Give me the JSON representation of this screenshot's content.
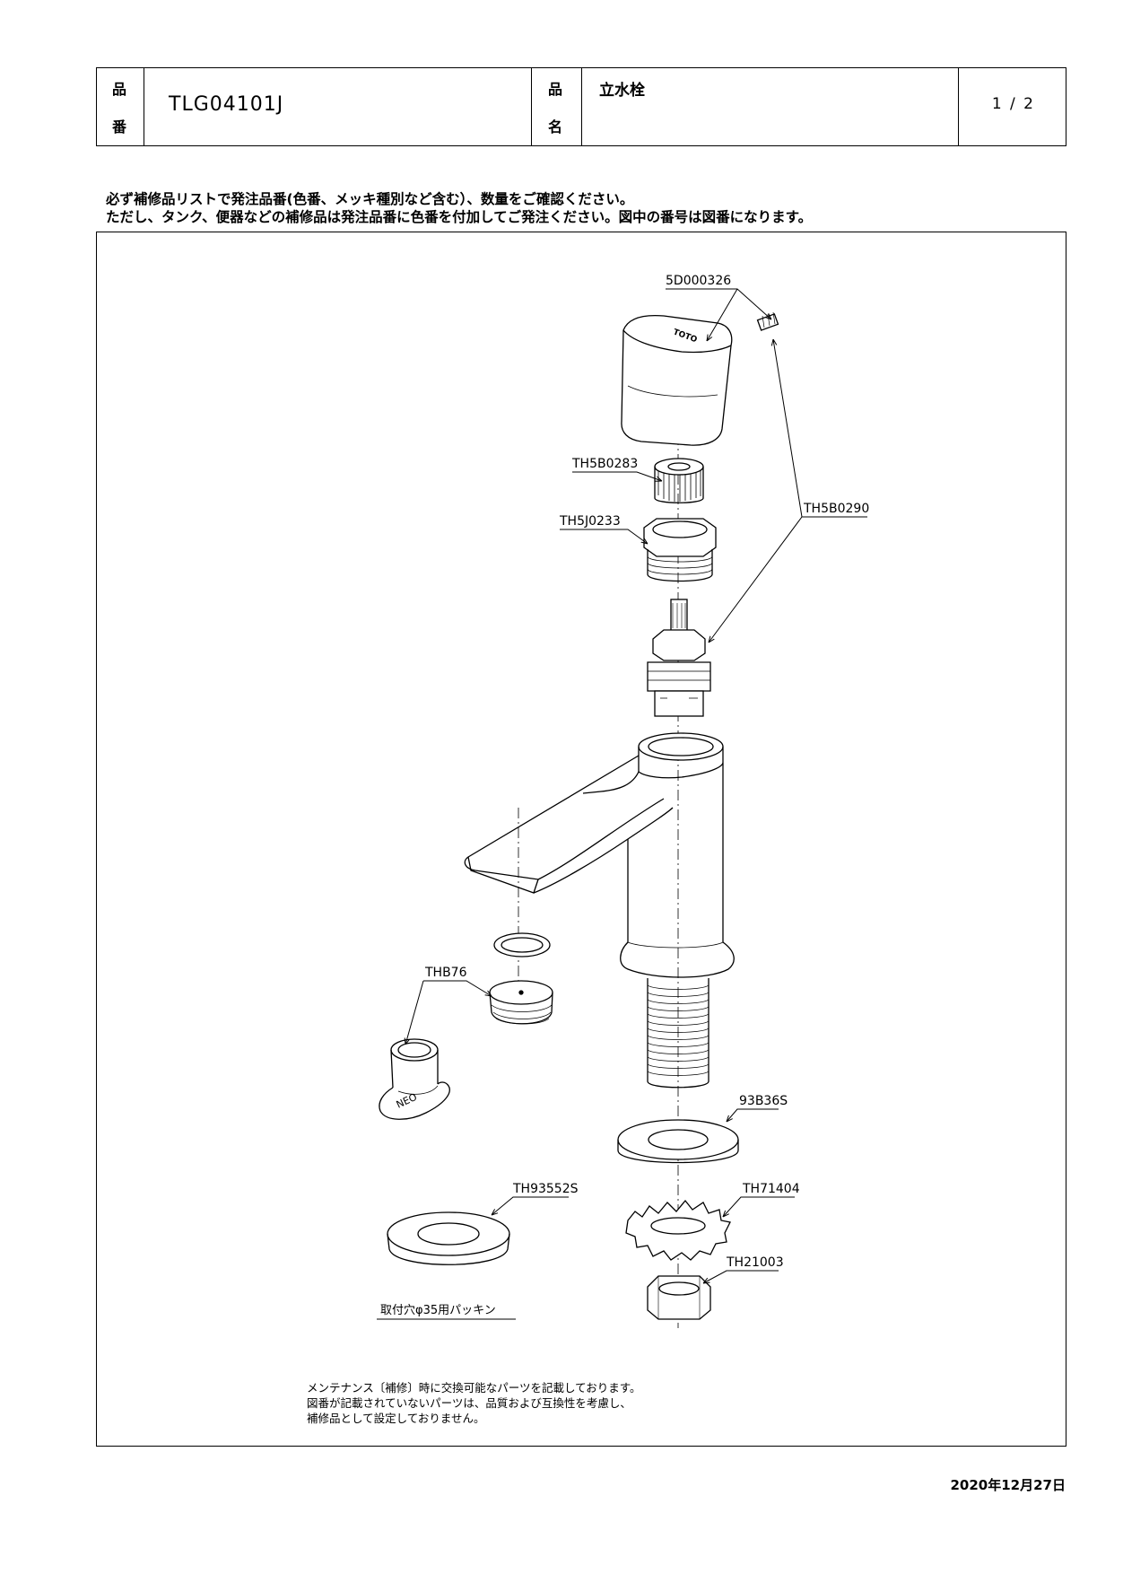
{
  "header": {
    "code_label_top": "品",
    "code_label_bottom": "番",
    "code_value": "TLG04101J",
    "name_label_top": "品",
    "name_label_bottom": "名",
    "name_value": "立水栓",
    "page": "1 / 2"
  },
  "notices": {
    "line1": "必ず補修品リストで発注品番(色番、メッキ種別など含む）、数量をご確認ください。",
    "line2": "ただし、タンク、便器などの補修品は発注品番に色番を付加してご発注ください。図中の番号は図番になります。"
  },
  "parts": {
    "handle_screw": "5D000326",
    "spindle_nut": "TH5B0283",
    "cap_nut": "TH5J0233",
    "cartridge": "TH5B0290",
    "aerator": "THB76",
    "washer": "93B36S",
    "base_packing": "TH93552S",
    "base_packing_note": "取付穴φ35用パッキン",
    "lock_washer": "TH71404",
    "hex_nut": "TH21003"
  },
  "logo_text": "TOTO",
  "tool_text": "NEO",
  "footnote": {
    "line1": "メンテナンス〔補修〕時に交換可能なパーツを記載しております。",
    "line2": "図番が記載されていないパーツは、品質および互換性を考慮し、",
    "line3": "補修品として設定しておりません。"
  },
  "date": "2020年12月27日"
}
